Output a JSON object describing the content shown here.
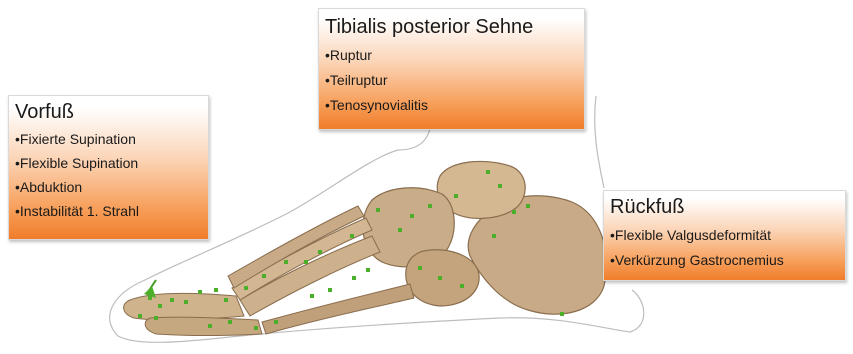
{
  "colors": {
    "box_gradient_top": "#ffffff",
    "box_gradient_bottom": "#f07d2a",
    "bone": "#c8ab86",
    "bone_shadow": "#8a6d4e",
    "marker": "#4caf2a",
    "outline": "#bdbdbd"
  },
  "icons": {
    "marker": "green-square-marker-icon",
    "pointer": "green-arrow-icon"
  },
  "boxes": {
    "vorfuss": {
      "title": "Vorfuß",
      "items": [
        "•Fixierte Supination",
        "•Flexible Supination",
        "•Abduktion",
        "•Instabilität 1. Strahl"
      ]
    },
    "tibialis": {
      "title": "Tibialis posterior Sehne",
      "items": [
        "•Ruptur",
        "•Teilruptur",
        "•Tenosynovialitis"
      ]
    },
    "rueckfuss": {
      "title": "Rückfuß",
      "items": [
        "•Flexible Valgusdeformität",
        "•Verkürzung Gastrocnemius"
      ]
    }
  }
}
